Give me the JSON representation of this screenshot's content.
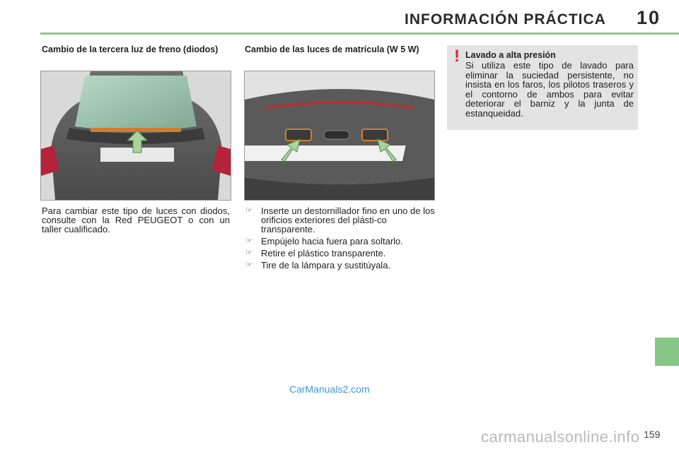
{
  "header": {
    "title": "INFORMACIÓN PRÁCTICA",
    "chapter_number": "10"
  },
  "left_column": {
    "heading": "Cambio de la tercera luz de freno (diodos)",
    "text": "Para cambiar este tipo de luces con diodos, consulte con la Red PEUGEOT o con un taller cualificado."
  },
  "middle_column": {
    "heading": "Cambio de las luces de matrícula (W 5 W)",
    "steps": [
      "Inserte un destornillador fino en uno de los orificios exteriores del plásti-co transparente.",
      "Empújelo hacia fuera para soltarlo.",
      "Retire el plástico transparente.",
      "Tire de la lámpara y sustitúyala."
    ],
    "bullet_icon": "☞"
  },
  "warning_box": {
    "mark": "!",
    "title": "Lavado a alta presión",
    "text": "Si utiliza este tipo de lavado para eliminar la suciedad persistente, no insista en los faros, los pilotos traseros y el contorno de ambos para evitar deteriorar el barniz y la junta de estanqueidad."
  },
  "footer": {
    "site_link": "CarManuals2.com",
    "page_number": "159",
    "watermark": "carmanualsonline.info"
  },
  "colors": {
    "accent_green": "#8dc88e",
    "warning_red": "#e0262c",
    "warning_bg": "#e3e3e3",
    "link_blue": "#3f97d6"
  }
}
